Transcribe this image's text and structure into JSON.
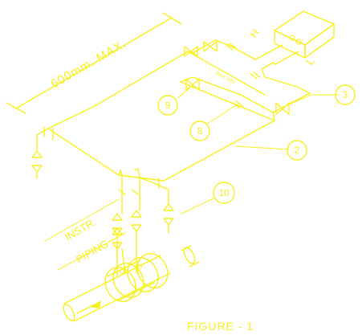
{
  "colors": {
    "line": "#f7f01e",
    "background": "#ffffff"
  },
  "labels": {
    "dimension": "600mm. MAX.",
    "sub_dimension": "MAX. 600",
    "instr": "INSTR.",
    "piping": "PIPING",
    "h": "H",
    "l": "L",
    "figure_caption": "FIGURE - 1"
  },
  "callouts": [
    {
      "id": "9",
      "text": "9"
    },
    {
      "id": "8",
      "text": "8"
    },
    {
      "id": "3",
      "text": "3"
    },
    {
      "id": "2",
      "text": "2"
    },
    {
      "id": "10",
      "text": "10"
    }
  ]
}
